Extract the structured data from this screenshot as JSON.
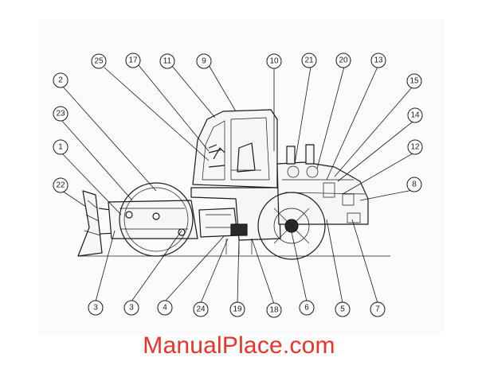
{
  "diagram": {
    "callouts": [
      {
        "id": "c25",
        "label": "25"
      },
      {
        "id": "c17",
        "label": "17"
      },
      {
        "id": "c11",
        "label": "11"
      },
      {
        "id": "c9",
        "label": "9"
      },
      {
        "id": "c10",
        "label": "10"
      },
      {
        "id": "c21",
        "label": "21"
      },
      {
        "id": "c20",
        "label": "20"
      },
      {
        "id": "c13",
        "label": "13"
      },
      {
        "id": "c2",
        "label": "2"
      },
      {
        "id": "c15",
        "label": "15"
      },
      {
        "id": "c23",
        "label": "23"
      },
      {
        "id": "c14",
        "label": "14"
      },
      {
        "id": "c1",
        "label": "1"
      },
      {
        "id": "c12",
        "label": "12"
      },
      {
        "id": "c22",
        "label": "22"
      },
      {
        "id": "c8",
        "label": "8"
      },
      {
        "id": "c3a",
        "label": "3"
      },
      {
        "id": "c3b",
        "label": "3"
      },
      {
        "id": "c4",
        "label": "4"
      },
      {
        "id": "c24",
        "label": "24"
      },
      {
        "id": "c19",
        "label": "19"
      },
      {
        "id": "c18",
        "label": "18"
      },
      {
        "id": "c6",
        "label": "6"
      },
      {
        "id": "c5",
        "label": "5"
      },
      {
        "id": "c7",
        "label": "7"
      }
    ]
  },
  "watermark": {
    "text": "ManualPlace.com",
    "color": "#e8322a"
  }
}
